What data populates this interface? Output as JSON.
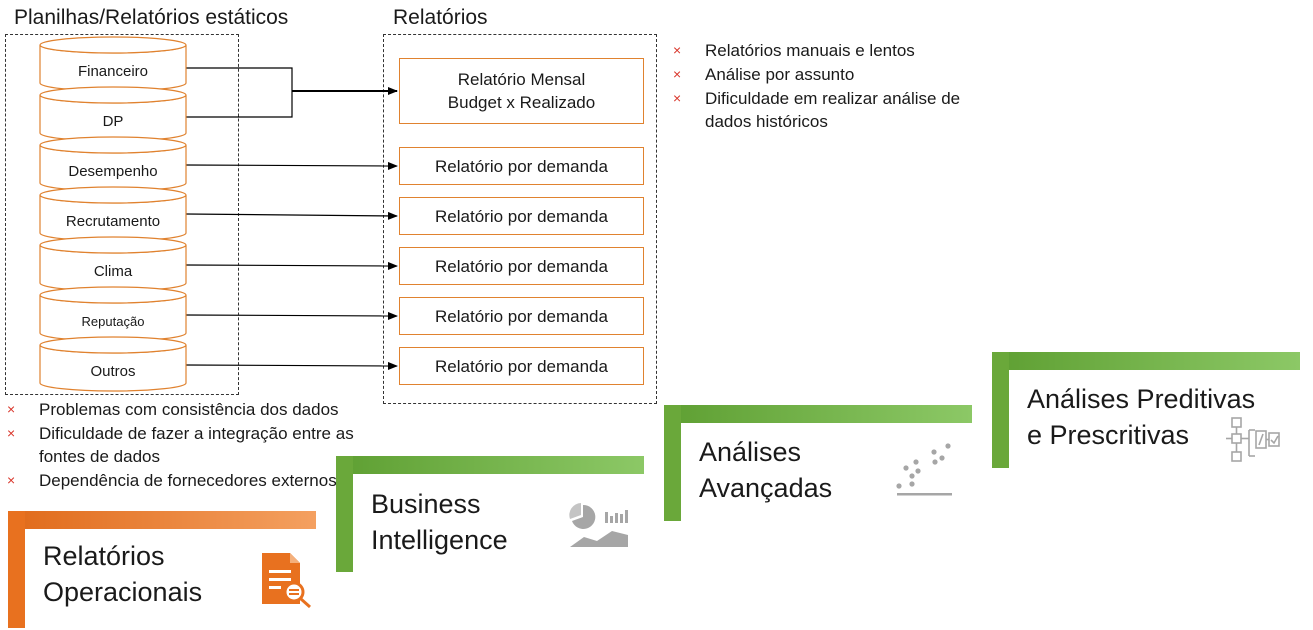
{
  "sources": {
    "title": "Planilhas/Relatórios estáticos",
    "items": [
      "Financeiro",
      "DP",
      "Desempenho",
      "Recrutamento",
      "Clima",
      "Reputação",
      "Outros"
    ]
  },
  "reports": {
    "title": "Relatórios",
    "main": [
      "Relatório Mensal",
      "Budget x Realizado"
    ],
    "demand": [
      "Relatório por demanda",
      "Relatório por demanda",
      "Relatório por demanda",
      "Relatório por demanda",
      "Relatório por demanda"
    ]
  },
  "issues_reports": [
    "Relatórios manuais e lentos",
    "Análise por assunto",
    "Dificuldade em realizar análise de dados históricos"
  ],
  "issues_sources": [
    "Problemas com consistência dos dados",
    "Dificuldade de fazer a integração entre as fontes de dados",
    "Dependência de fornecedores externos"
  ],
  "bullet_marker": "×",
  "stages": [
    {
      "lines": [
        "Relatórios",
        "Operacionais"
      ],
      "color": "#e8711f",
      "icon": "report-search-icon"
    },
    {
      "lines": [
        "Business",
        "Intelligence"
      ],
      "color": "#6aa83a",
      "icon": "pie-bar-area-chart-icon"
    },
    {
      "lines": [
        "Análises",
        "Avançadas"
      ],
      "color": "#6aa83a",
      "icon": "scatter-plot-icon"
    },
    {
      "lines": [
        "Análises Preditivas",
        "e Prescritivas"
      ],
      "color": "#6aa83a",
      "icon": "decision-flow-icon"
    }
  ],
  "colors": {
    "orange": "#e8711f",
    "green": "#6aa83a",
    "red_marker": "#d9362b",
    "icon_grey": "#a6a6a6"
  }
}
